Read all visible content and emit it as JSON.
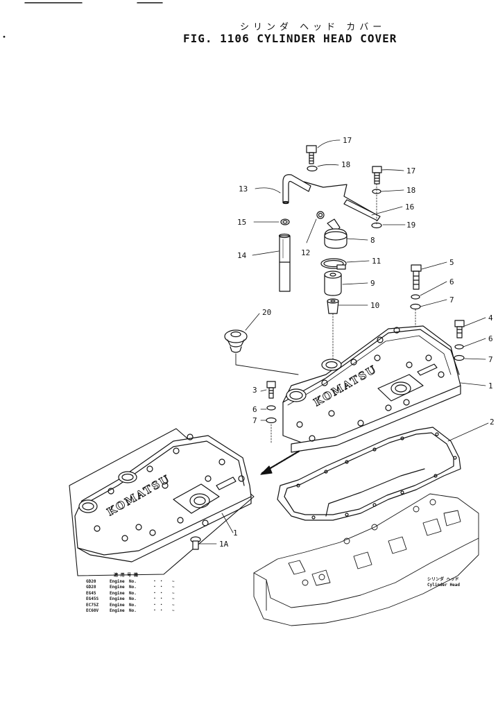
{
  "header": {
    "title_jp": "シリンダ ヘッド カバー",
    "title_en": "FIG. 1106  CYLINDER HEAD COVER"
  },
  "callouts": {
    "c17a": "17",
    "c18a": "18",
    "c17b": "17",
    "c18b": "18",
    "c13": "13",
    "c16": "16",
    "c15": "15",
    "c19": "19",
    "c12": "12",
    "c8": "8",
    "c14": "14",
    "c11": "11",
    "c5": "5",
    "c6a": "6",
    "c9": "9",
    "c7a": "7",
    "c10": "10",
    "c20": "20",
    "c4": "4",
    "c6b": "6",
    "c7b": "7",
    "c1": "1",
    "c3": "3",
    "c6c": "6",
    "c7c": "7",
    "c2": "2",
    "c1b": "1",
    "c1a": "1A"
  },
  "logo_text": "KOMATSU",
  "cylinder_head_label_jp": "シリンダ ヘッド",
  "cylinder_head_label_en": "Cylinder Head",
  "applicability": {
    "header": "適 用 号 機",
    "rows": [
      {
        "model": "GD20",
        "word": "Engine",
        "no": "No.",
        "dots": "・ ・",
        "tilde": "~"
      },
      {
        "model": "GD28",
        "word": "Engine",
        "no": "No.",
        "dots": "・ ・",
        "tilde": "~"
      },
      {
        "model": "EG45",
        "word": "Engine",
        "no": "No.",
        "dots": "・ ・",
        "tilde": "~"
      },
      {
        "model": "EG45S",
        "word": "Engine",
        "no": "No.",
        "dots": "・ ・",
        "tilde": "~"
      },
      {
        "model": "EC75Z",
        "word": "Engine",
        "no": "No.",
        "dots": "・ ・",
        "tilde": "~"
      },
      {
        "model": "EC60V",
        "word": "Engine",
        "no": "No.",
        "dots": "・ ・",
        "tilde": "~"
      }
    ]
  }
}
